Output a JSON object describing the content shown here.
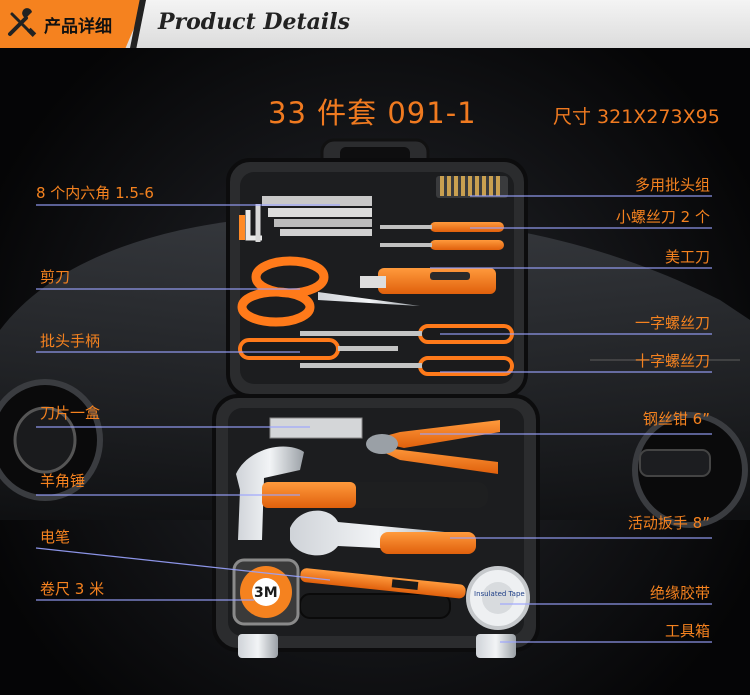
{
  "header": {
    "cn_title": "产品详细",
    "en_title": "Product Details"
  },
  "product": {
    "title": "33 件套 091-1",
    "size": "尺寸 321X273X95"
  },
  "labels_left": [
    "8 个内六角 1.5-6",
    "剪刀",
    "批头手柄",
    "刀片一盒",
    "羊角锤",
    "电笔",
    "卷尺 3 米"
  ],
  "labels_right": [
    "多用批头组",
    "小螺丝刀 2 个",
    "美工刀",
    "一字螺丝刀",
    "十字螺丝刀",
    "钢丝钳 6”",
    "活动扳手 8”",
    "绝缘胶带",
    "工具箱"
  ],
  "tape_label": "3M",
  "tape_brand": "Insulated Tape",
  "colors": {
    "accent": "#f5821f",
    "case": "#2b2c2e",
    "line": "#9aa3ff"
  }
}
